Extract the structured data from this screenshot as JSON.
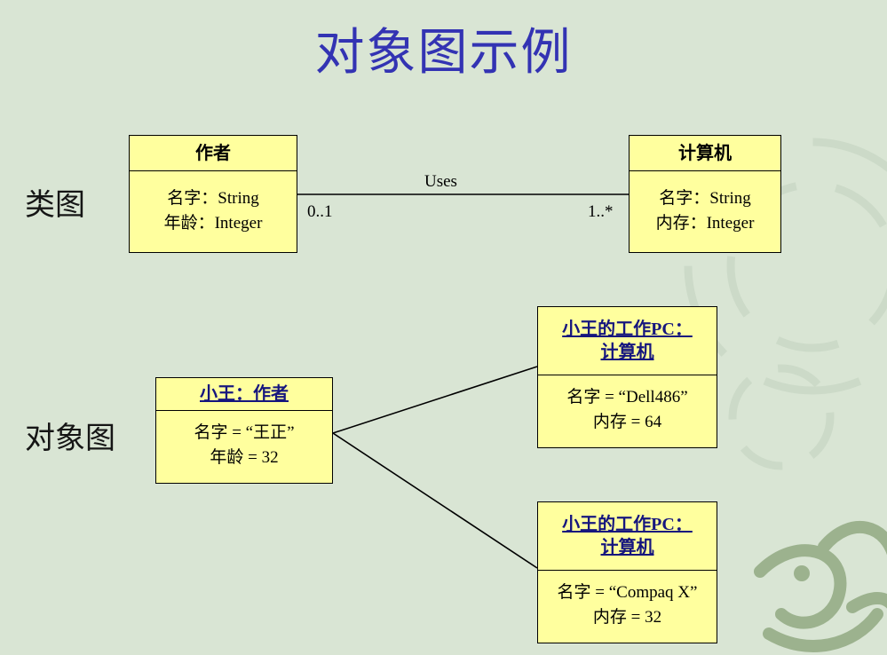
{
  "title": "对象图示例",
  "side_labels": {
    "class_diagram": "类图",
    "object_diagram": "对象图"
  },
  "class_diagram": {
    "author": {
      "name": "作者",
      "attr1": "名字：String",
      "attr2": "年龄：Integer"
    },
    "computer": {
      "name": "计算机",
      "attr1": "名字：String",
      "attr2": "内存：Integer"
    },
    "association": {
      "label": "Uses",
      "mult_left": "0..1",
      "mult_right": "1..*"
    }
  },
  "object_diagram": {
    "author_obj": {
      "name": "小王：作者",
      "attr1": "名字 = “王正”",
      "attr2": "年龄 = 32"
    },
    "pc1": {
      "name_line1": "小王的工作PC：",
      "name_line2": "计算机",
      "attr1": "名字 = “Dell486”",
      "attr2": "内存 = 64"
    },
    "pc2": {
      "name_line1": "小王的工作PC：",
      "name_line2": "计算机",
      "attr1": "名字 = “Compaq X”",
      "attr2": "内存 = 32"
    }
  },
  "colors": {
    "background": "#d9e5d4",
    "box_fill": "#ffff9e",
    "box_border": "#000000",
    "title": "#3333b3",
    "object_name": "#16167e",
    "body_text": "#000000",
    "ornament": "#c9d8c5",
    "dragon": "#9cb28e"
  }
}
